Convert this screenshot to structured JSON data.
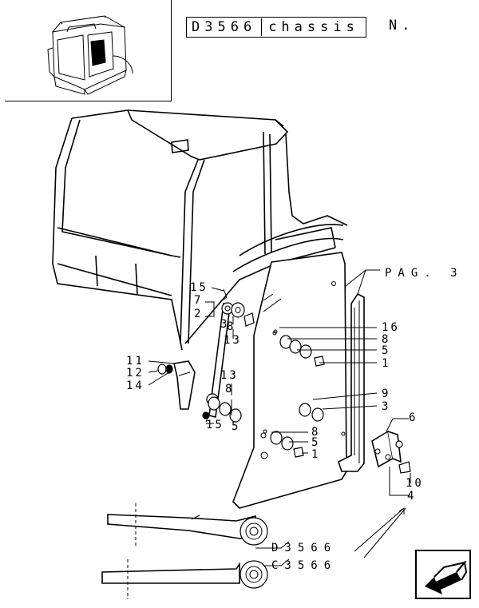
{
  "header": {
    "model_code": "D3566",
    "chassis_label": "chassis",
    "number_label": "N."
  },
  "page_ref": "PAG. 3",
  "callouts": {
    "c1a": "1",
    "c1b": "1",
    "c2": "2",
    "c3a": "3",
    "c3b": "3",
    "c4": "4",
    "c5a": "5",
    "c5b": "5",
    "c5c": "5",
    "c6": "6",
    "c7": "7",
    "c8a": "8",
    "c8b": "8",
    "c8c": "8",
    "c8d": "8",
    "c9": "9",
    "c10": "10",
    "c11": "11",
    "c12": "12",
    "c13a": "13",
    "c13b": "13",
    "c14": "14",
    "c15a": "15",
    "c15b": "15",
    "c16": "16"
  },
  "variants": [
    {
      "chassis": "D3566"
    },
    {
      "chassis": "C3566"
    }
  ],
  "icons": {
    "nav": "arrow-down-left-icon"
  }
}
